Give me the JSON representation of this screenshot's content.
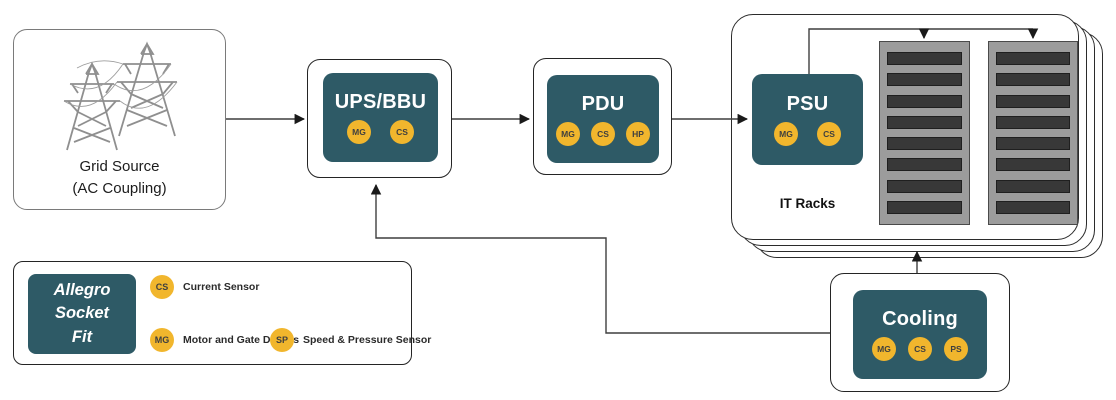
{
  "nodes": {
    "grid_source": {
      "line1": "Grid Source",
      "line2": "(AC Coupling)"
    },
    "ups_bbu": {
      "title": "UPS/BBU",
      "chips": [
        "MG",
        "CS"
      ]
    },
    "pdu": {
      "title": "PDU",
      "chips": [
        "MG",
        "CS",
        "HP"
      ]
    },
    "psu": {
      "title": "PSU",
      "chips": [
        "MG",
        "CS"
      ]
    },
    "it_racks": {
      "label": "IT Racks"
    },
    "cooling": {
      "title": "Cooling",
      "chips": [
        "MG",
        "CS",
        "PS"
      ]
    }
  },
  "legend": {
    "brand_lines": [
      "Allegro",
      "Socket",
      "Fit"
    ],
    "items": [
      {
        "code": "CS",
        "label": "Current Sensor"
      },
      {
        "code": "MG",
        "label": "Motor and Gate Drivers"
      },
      {
        "code": "SP",
        "label": "Speed & Pressure Sensor"
      }
    ]
  },
  "racks": {
    "count": 2,
    "slats_per_rack": 8
  },
  "colors": {
    "teal": "#2E5A66",
    "chip_yellow": "#F1B62D",
    "chip_text": "#3F3F3F",
    "line": "#3F3F3F",
    "rack_body": "#9C9C9C",
    "rack_slot": "#383838"
  }
}
